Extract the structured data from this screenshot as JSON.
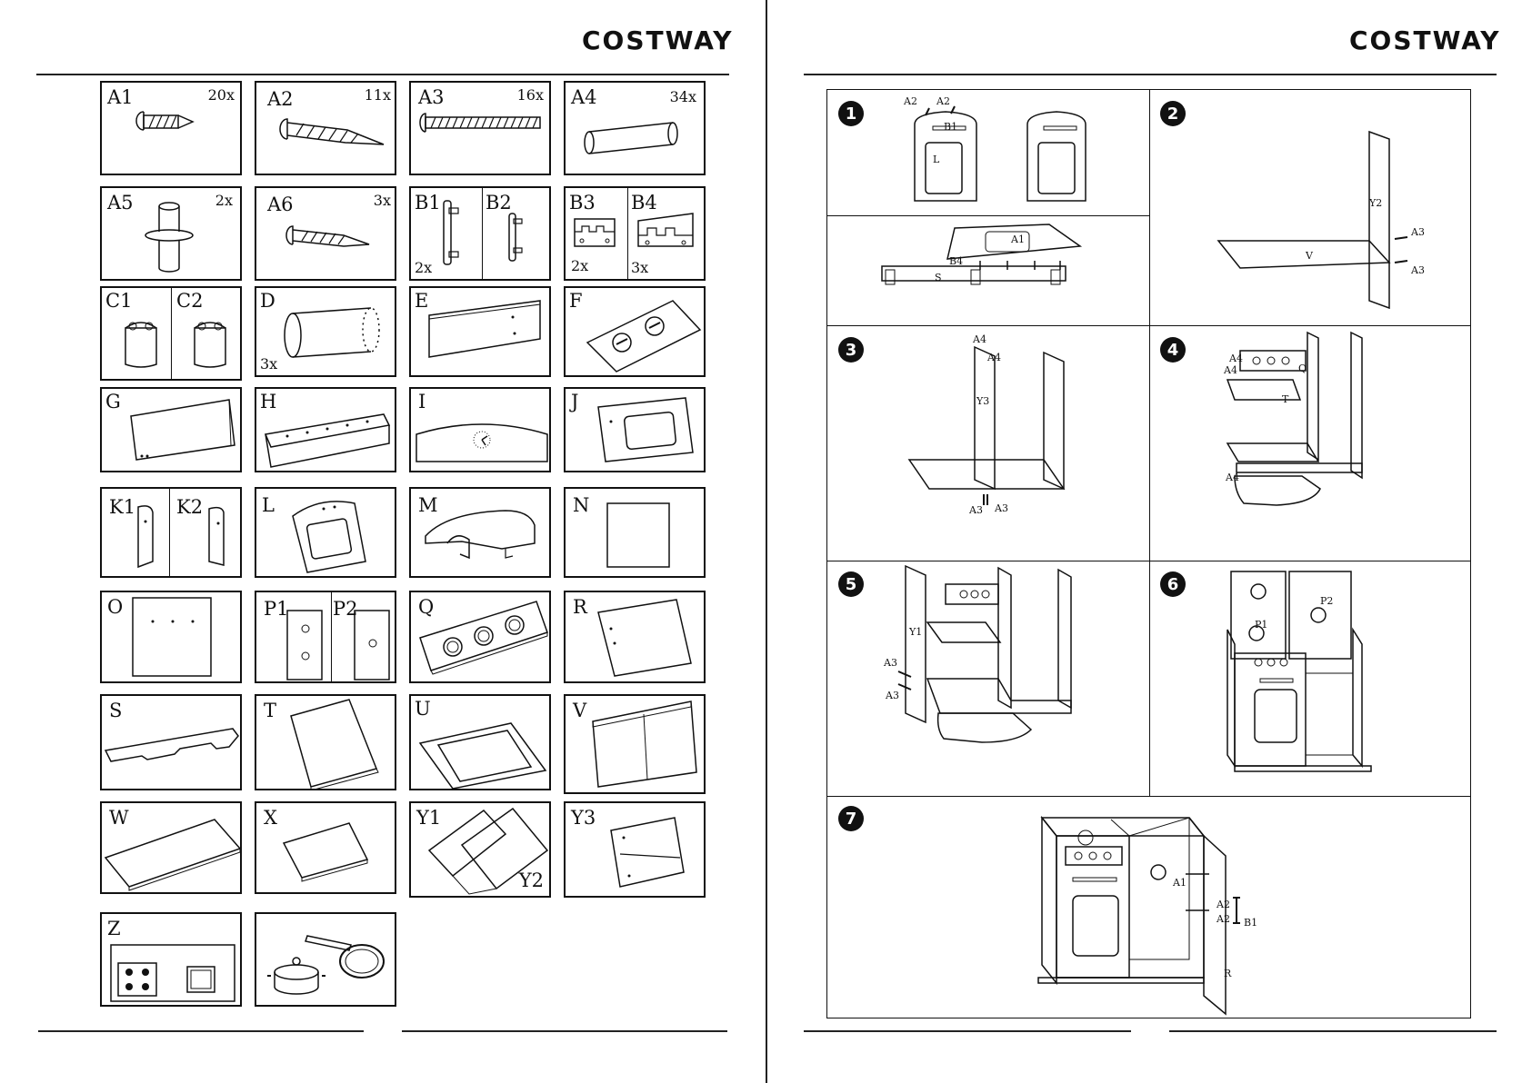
{
  "brand": "COSTWAY",
  "parts": {
    "A1": {
      "label": "A1",
      "qty": "20x"
    },
    "A2": {
      "label": "A2",
      "qty": "11x"
    },
    "A3": {
      "label": "A3",
      "qty": "16x"
    },
    "A4": {
      "label": "A4",
      "qty": "34x"
    },
    "A5": {
      "label": "A5",
      "qty": "2x"
    },
    "A6": {
      "label": "A6",
      "qty": "3x"
    },
    "B1": {
      "label": "B1",
      "qty": "2x"
    },
    "B2": {
      "label": "B2"
    },
    "B3": {
      "label": "B3",
      "qty": "2x"
    },
    "B4": {
      "label": "B4",
      "qty": "3x"
    },
    "C1": {
      "label": "C1"
    },
    "C2": {
      "label": "C2"
    },
    "D": {
      "label": "D",
      "qty": "3x"
    },
    "E": {
      "label": "E"
    },
    "F": {
      "label": "F"
    },
    "G": {
      "label": "G"
    },
    "H": {
      "label": "H"
    },
    "I": {
      "label": "I"
    },
    "J": {
      "label": "J"
    },
    "K1": {
      "label": "K1"
    },
    "K2": {
      "label": "K2"
    },
    "L": {
      "label": "L"
    },
    "M": {
      "label": "M"
    },
    "N": {
      "label": "N"
    },
    "O": {
      "label": "O"
    },
    "P1": {
      "label": "P1"
    },
    "P2": {
      "label": "P2"
    },
    "Q": {
      "label": "Q"
    },
    "R": {
      "label": "R"
    },
    "S": {
      "label": "S"
    },
    "T": {
      "label": "T"
    },
    "U": {
      "label": "U"
    },
    "V": {
      "label": "V"
    },
    "W": {
      "label": "W"
    },
    "X": {
      "label": "X"
    },
    "Y1": {
      "label": "Y1"
    },
    "Y2": {
      "label": "Y2"
    },
    "Y3": {
      "label": "Y3"
    },
    "Z": {
      "label": "Z"
    }
  },
  "steps": {
    "s1": {
      "num": "1",
      "labels": {
        "a2a": "A2",
        "a2b": "A2",
        "b1": "B1",
        "l": "L",
        "a1": "A1",
        "b4": "B4",
        "s": "S"
      }
    },
    "s2": {
      "num": "2",
      "labels": {
        "y2": "Y2",
        "a3a": "A3",
        "a3b": "A3",
        "v": "V"
      }
    },
    "s3": {
      "num": "3",
      "labels": {
        "a4a": "A4",
        "a4b": "A4",
        "y3": "Y3",
        "a3a": "A3",
        "a3b": "A3"
      }
    },
    "s4": {
      "num": "4",
      "labels": {
        "a4a": "A4",
        "a4b": "A4",
        "q": "Q",
        "t": "T",
        "a4c": "A4"
      }
    },
    "s5": {
      "num": "5",
      "labels": {
        "y1": "Y1",
        "a3a": "A3",
        "a3b": "A3"
      }
    },
    "s6": {
      "num": "6",
      "labels": {
        "p1": "P1",
        "p2": "P2"
      }
    },
    "s7": {
      "num": "7",
      "labels": {
        "b1": "B1",
        "a2a": "A2",
        "a2b": "A2",
        "a1": "A1",
        "r": "R"
      }
    }
  }
}
